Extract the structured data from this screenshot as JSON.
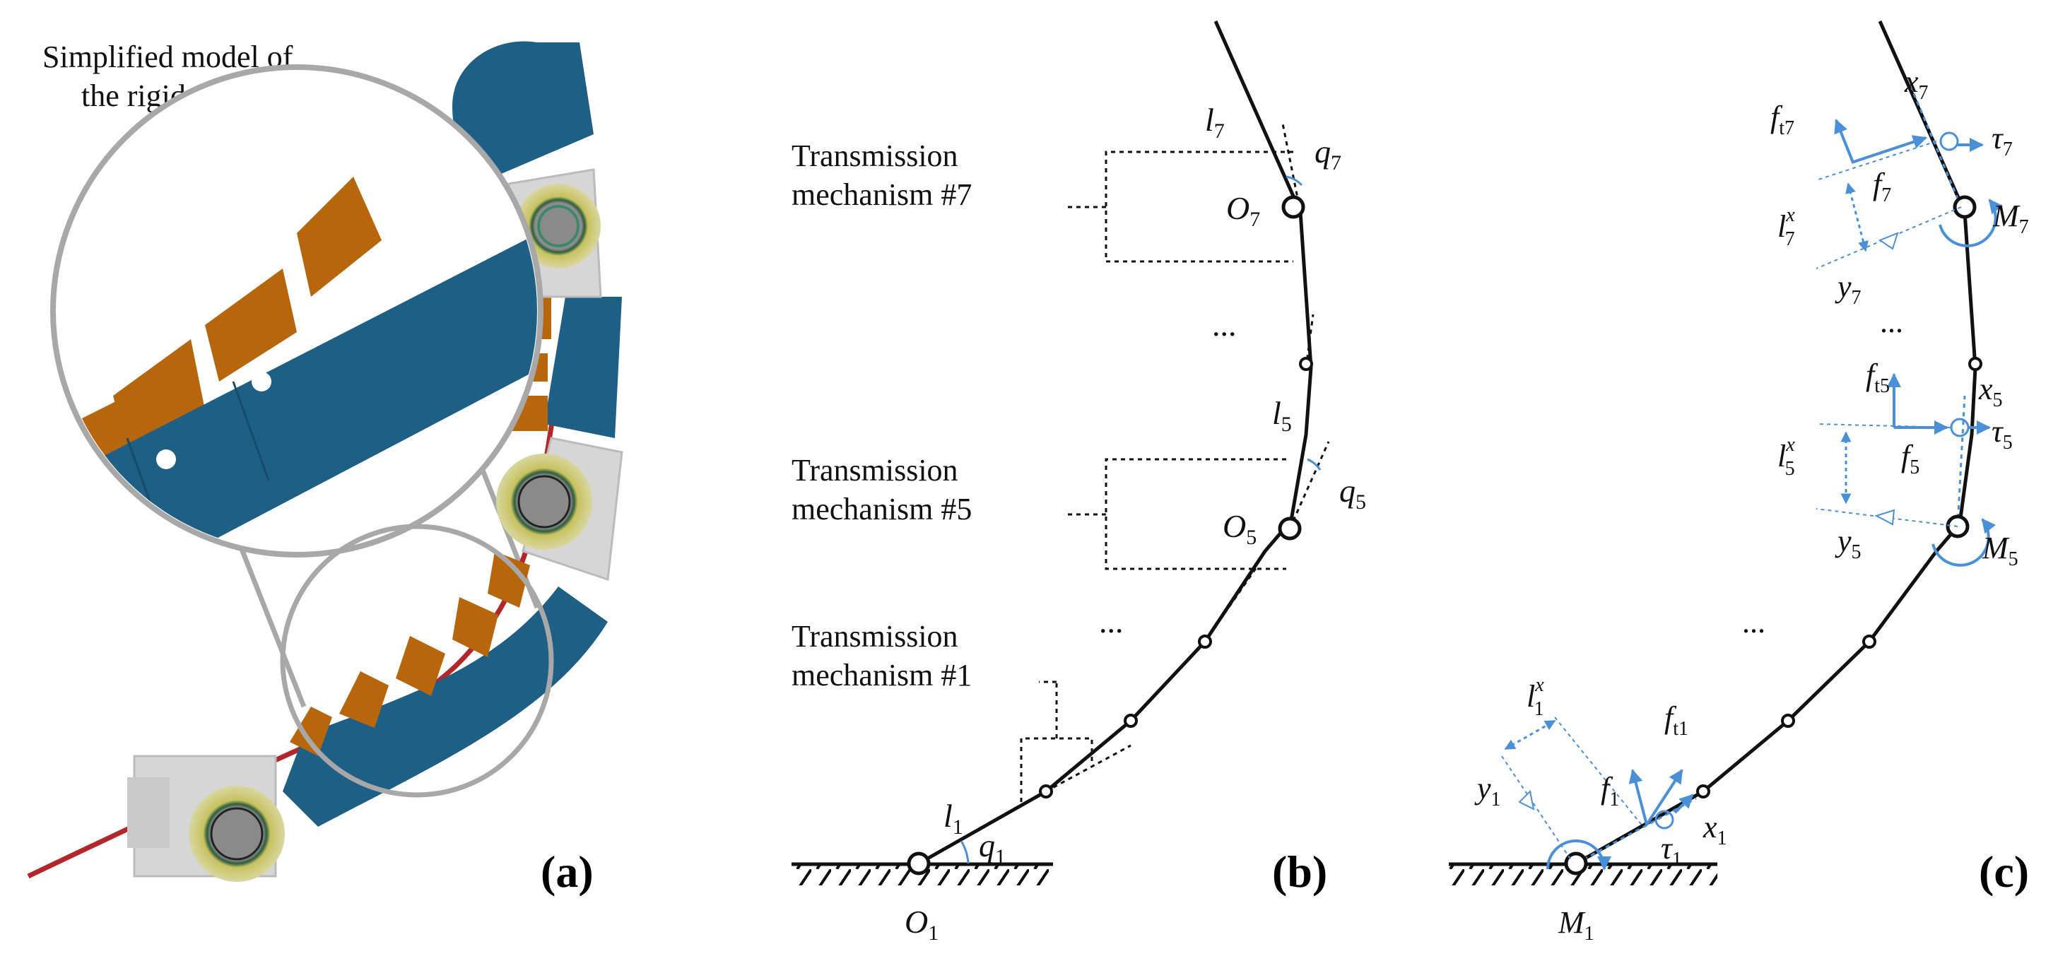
{
  "panel_a": {
    "callout": [
      "Simplified model of",
      "the rigid-soft finger"
    ],
    "caption": "(a)",
    "colors": {
      "blue": "#1e5f86",
      "orange": "#b8660c",
      "gray": "#d4d4d4",
      "red": "#b3262a",
      "yellow": "#c9c56b"
    }
  },
  "panel_b": {
    "caption": "(b)",
    "labels": {
      "l7": "l",
      "l7_sub": "7",
      "q7": "q",
      "q7_sub": "7",
      "o7": "O",
      "o7_sub": "7",
      "l5": "l",
      "l5_sub": "5",
      "q5": "q",
      "q5_sub": "5",
      "o5": "O",
      "o5_sub": "5",
      "l1": "l",
      "l1_sub": "1",
      "q1": "q",
      "q1_sub": "1",
      "o1": "O",
      "o1_sub": "1"
    },
    "tm7": [
      "Transmission",
      "mechanism #7"
    ],
    "tm5": [
      "Transmission",
      "mechanism #5"
    ],
    "tm1": [
      "Transmission",
      "mechanism #1"
    ],
    "dots": "..."
  },
  "panel_c": {
    "caption": "(c)",
    "dots": "...",
    "labels": {
      "x7": "x",
      "x7_sub": "7",
      "ft7": "f",
      "ft7_sub": "t7",
      "tau7": "τ",
      "tau7_sub": "7",
      "f7": "f",
      "f7_sub": "7",
      "l7x": "l",
      "l7x_sub": "7",
      "l7x_sup": "x",
      "m7": "M",
      "m7_sub": "7",
      "y7": "y",
      "y7_sub": "7",
      "ft5": "f",
      "ft5_sub": "t5",
      "x5": "x",
      "x5_sub": "5",
      "tau5": "τ",
      "tau5_sub": "5",
      "f5": "f",
      "f5_sub": "5",
      "l5x": "l",
      "l5x_sub": "5",
      "l5x_sup": "x",
      "m5": "M",
      "m5_sub": "5",
      "y5": "y",
      "y5_sub": "5",
      "l1x": "l",
      "l1x_sub": "1",
      "l1x_sup": "x",
      "ft1": "f",
      "ft1_sub": "t1",
      "y1": "y",
      "y1_sub": "1",
      "f1": "f",
      "f1_sub": "1",
      "x1": "x",
      "x1_sub": "1",
      "tau1": "τ",
      "tau1_sub": "1",
      "m1": "M",
      "m1_sub": "1"
    }
  }
}
